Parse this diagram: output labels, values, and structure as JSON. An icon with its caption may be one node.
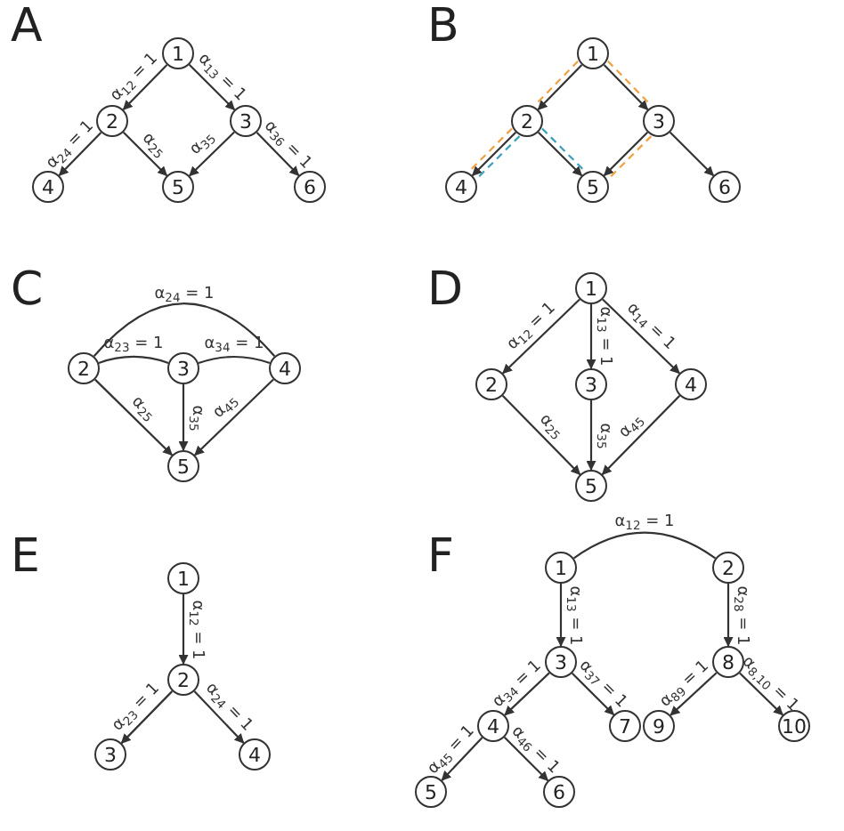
{
  "diagram": {
    "nodes": [
      {
        "text": [
          "1"
        ]
      },
      {
        "text": [
          "2"
        ]
      },
      {
        "text": [
          "3"
        ]
      },
      {
        "text": [
          "4"
        ]
      },
      {
        "text": [
          "5"
        ]
      },
      {
        "text": [
          "6"
        ]
      },
      {
        "text": [
          "1"
        ]
      },
      {
        "text": [
          "2"
        ]
      },
      {
        "text": [
          "3"
        ]
      },
      {
        "text": [
          "4"
        ]
      },
      {
        "text": [
          "5"
        ]
      },
      {
        "text": [
          "6"
        ]
      },
      {
        "text": [
          "2"
        ]
      },
      {
        "text": [
          "3"
        ]
      },
      {
        "text": [
          "4"
        ]
      },
      {
        "text": [
          "5"
        ]
      },
      {
        "text": [
          "1"
        ]
      },
      {
        "text": [
          "2"
        ]
      },
      {
        "text": [
          "3"
        ]
      },
      {
        "text": [
          "4"
        ]
      },
      {
        "text": [
          "5"
        ]
      },
      {
        "text": [
          "1"
        ]
      },
      {
        "text": [
          "2"
        ]
      },
      {
        "text": [
          "3"
        ]
      },
      {
        "text": [
          "4"
        ]
      },
      {
        "text": [
          "1"
        ]
      },
      {
        "text": [
          "2"
        ]
      },
      {
        "text": [
          "3"
        ]
      },
      {
        "text": [
          "4"
        ]
      },
      {
        "text": [
          "5"
        ]
      },
      {
        "text": [
          "6"
        ]
      },
      {
        "text": [
          "7"
        ]
      },
      {
        "text": [
          "8"
        ]
      },
      {
        "text": [
          "9"
        ]
      },
      {
        "text": [
          "10"
        ]
      }
    ],
    "edges": [
      {
        "from": 0,
        "to": 1,
        "arrow": "to",
        "label": "α$_{12}$ = 1"
      },
      {
        "from": 0,
        "to": 2,
        "arrow": "to",
        "label": "α$_{13}$ = 1"
      },
      {
        "from": 1,
        "to": 3,
        "arrow": "to",
        "label": "α$_{24}$ = 1"
      },
      {
        "from": 1,
        "to": 4,
        "arrow": "to",
        "label": "α$_{25}$"
      },
      {
        "from": 2,
        "to": 4,
        "arrow": "to",
        "label": "α$_{35}$"
      },
      {
        "from": 2,
        "to": 5,
        "arrow": "to",
        "label": "α$_{36}$ = 1"
      },
      {
        "from": 6,
        "to": 7,
        "arrow": "to"
      },
      {
        "from": 6,
        "to": 8,
        "arrow": "to"
      },
      {
        "from": 7,
        "to": 9,
        "arrow": "to"
      },
      {
        "from": 7,
        "to": 10,
        "arrow": "to"
      },
      {
        "from": 8,
        "to": 10,
        "arrow": "to"
      },
      {
        "from": 8,
        "to": 11,
        "arrow": "to"
      },
      {
        "from": 6,
        "to": 7,
        "arrow": "none",
        "style": "dashed",
        "color": "#f0a040"
      },
      {
        "from": 7,
        "to": 9,
        "arrow": "none",
        "style": "dashed",
        "color": "#f0a040"
      },
      {
        "from": 6,
        "to": 8,
        "arrow": "none",
        "style": "dashed",
        "color": "#f0a040"
      },
      {
        "from": 8,
        "to": 10,
        "arrow": "none",
        "style": "dashed",
        "color": "#f0a040"
      },
      {
        "from": 7,
        "to": 9,
        "arrow": "none",
        "style": "dashed",
        "color": "#3a9fbf"
      },
      {
        "from": 7,
        "to": 10,
        "arrow": "none",
        "style": "dashed",
        "color": "#3a9fbf"
      },
      {
        "from": 12,
        "to": 13,
        "arrow": "none",
        "label": "α$_{23}$ = 1"
      },
      {
        "from": 13,
        "to": 14,
        "arrow": "none",
        "label": "α$_{34}$ = 1"
      },
      {
        "from": 12,
        "to": 14,
        "arrow": "none",
        "label": "α$_{24}$ = 1"
      },
      {
        "from": 12,
        "to": 15,
        "arrow": "to",
        "label": "α$_{25}$"
      },
      {
        "from": 13,
        "to": 15,
        "arrow": "to",
        "label": "α$_{35}$"
      },
      {
        "from": 14,
        "to": 15,
        "arrow": "to",
        "label": "α$_{45}$"
      },
      {
        "from": 16,
        "to": 17,
        "arrow": "to",
        "label": "α$_{12}$ = 1"
      },
      {
        "from": 16,
        "to": 18,
        "arrow": "to",
        "label": "α$_{13}$ = 1"
      },
      {
        "from": 16,
        "to": 19,
        "arrow": "to",
        "label": "α$_{14}$ = 1"
      },
      {
        "from": 17,
        "to": 20,
        "arrow": "to",
        "label": "α$_{25}$"
      },
      {
        "from": 18,
        "to": 20,
        "arrow": "to",
        "label": "α$_{35}$"
      },
      {
        "from": 19,
        "to": 20,
        "arrow": "to",
        "label": "α$_{45}$"
      },
      {
        "from": 21,
        "to": 22,
        "arrow": "to",
        "label": "α$_{12}$ = 1"
      },
      {
        "from": 22,
        "to": 23,
        "arrow": "to",
        "label": "α$_{23}$ = 1"
      },
      {
        "from": 22,
        "to": 24,
        "arrow": "to",
        "label": "α$_{24}$ = 1"
      },
      {
        "from": 25,
        "to": 26,
        "arrow": "none",
        "label": "α$_{12}$ = 1"
      },
      {
        "from": 25,
        "to": 27,
        "arrow": "to",
        "label": "α$_{13}$ = 1"
      },
      {
        "from": 26,
        "to": 32,
        "arrow": "to",
        "label": "α$_{28}$ = 1"
      },
      {
        "from": 27,
        "to": 28,
        "arrow": "to",
        "label": "α$_{34}$ = 1"
      },
      {
        "from": 27,
        "to": 31,
        "arrow": "to",
        "label": "α$_{37}$ = 1"
      },
      {
        "from": 28,
        "to": 29,
        "arrow": "to",
        "label": "α$_{45}$ = 1"
      },
      {
        "from": 28,
        "to": 30,
        "arrow": "to",
        "label": "α$_{46}$ = 1"
      },
      {
        "from": 32,
        "to": 33,
        "arrow": "to",
        "label": "α$_{89}$ = 1"
      },
      {
        "from": 32,
        "to": 34,
        "arrow": "to",
        "label": "α$_{8,10}$ = 1"
      }
    ],
    "labels": [
      "A",
      "B",
      "C",
      "D",
      "E",
      "F"
    ]
  }
}
